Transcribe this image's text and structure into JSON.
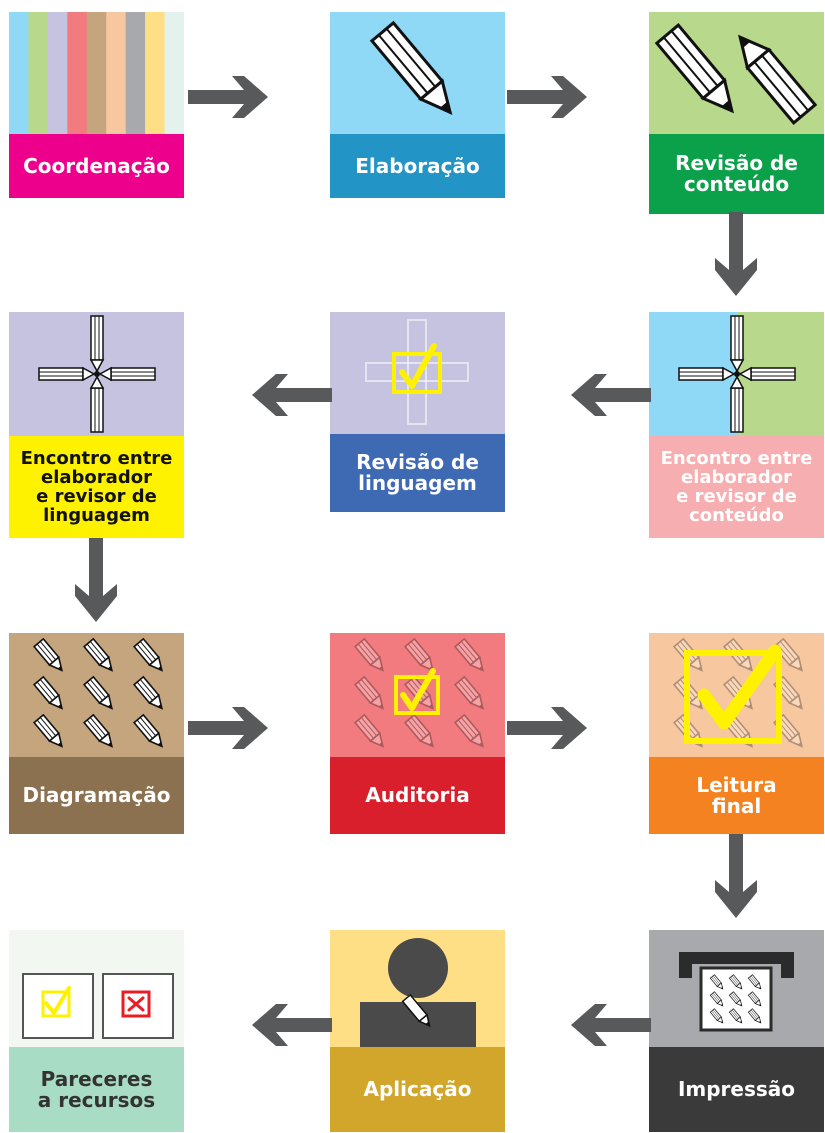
{
  "steps": [
    {
      "id": 1,
      "label": "Coordenação",
      "art_bg": "#ffffff",
      "label_bg": "#ec008c"
    },
    {
      "id": 2,
      "label": "Elaboração",
      "art_bg": "#8fd8f6",
      "label_bg": "#2295c6"
    },
    {
      "id": 3,
      "label": "Revisão de\nconteúdo",
      "art_bg": "#b8d88c",
      "label_bg": "#0ba14b"
    },
    {
      "id": 4,
      "label": "Encontro entre\nelaborador\ne revisor de\nconteúdo",
      "art_bg": "#8fd8f6",
      "label_bg": "#f7aeb0"
    },
    {
      "id": 5,
      "label": "Revisão de\nlinguagem",
      "art_bg": "#c6c3e1",
      "label_bg": "#3e69b3"
    },
    {
      "id": 6,
      "label": "Encontro entre\nelaborador\ne revisor de\nlinguagem",
      "art_bg": "#c6c3e1",
      "label_bg": "#fff200"
    },
    {
      "id": 7,
      "label": "Diagramação",
      "art_bg": "#c4a57e",
      "label_bg": "#8c7150"
    },
    {
      "id": 8,
      "label": "Auditoria",
      "art_bg": "#f27b7f",
      "label_bg": "#d91f2b"
    },
    {
      "id": 9,
      "label": "Leitura\nfinal",
      "art_bg": "#f7c7a0",
      "label_bg": "#f58220"
    },
    {
      "id": 10,
      "label": "Impressão",
      "art_bg": "#a7a9ac",
      "label_bg": "#3a3a3a"
    },
    {
      "id": 11,
      "label": "Aplicação",
      "art_bg": "#fedf85",
      "label_bg": "#d2a62a"
    },
    {
      "id": 12,
      "label": "Pareceres\na recursos",
      "art_bg": "#f2f7f2",
      "label_bg": "#a9dcc5"
    }
  ],
  "colors": {
    "arrow": "#58595b",
    "check_yellow": "#fff200",
    "cross_red": "#ed1c24",
    "coord_stripes": [
      "#8fd8f6",
      "#b8d88c",
      "#c6c3e1",
      "#f27b7f",
      "#c4a57e",
      "#f7c7a0",
      "#a7a9ac",
      "#fedf85",
      "#e3f2ec"
    ],
    "step4_art_right": "#b8d88c"
  },
  "icons": {
    "coordenacao": "color-stripes-icon",
    "elaboracao": "pencil-icon",
    "revisao_conteudo": "two-pencils-icon",
    "encontro_conteudo": "four-pencils-cross-icon",
    "revisao_linguagem": "checkbox-icon",
    "encontro_linguagem": "four-pencils-cross-icon",
    "diagramacao": "pencil-grid-icon",
    "auditoria": "checkbox-icon",
    "leitura_final": "large-checkbox-icon",
    "impressao": "printer-icon",
    "aplicacao": "person-icon",
    "pareceres": "check-and-cross-icon"
  }
}
